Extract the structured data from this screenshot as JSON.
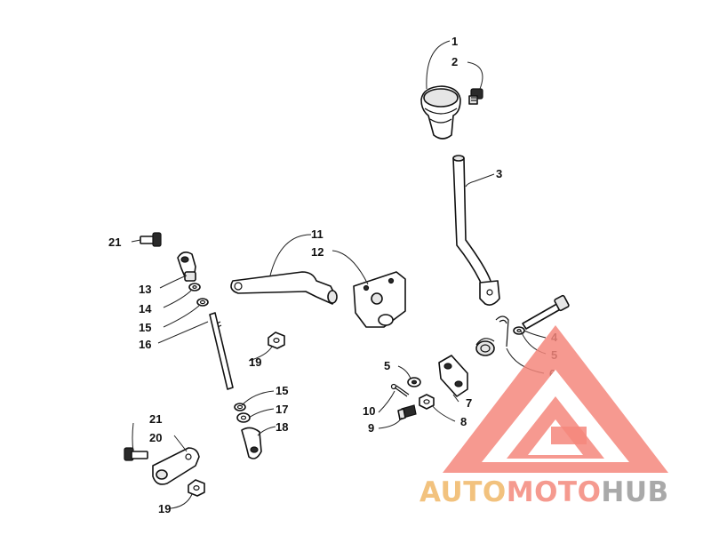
{
  "callouts": {
    "c1": "1",
    "c2": "2",
    "c3": "3",
    "c4": "4",
    "c5a": "5",
    "c5b": "5",
    "c6": "6",
    "c7": "7",
    "c8": "8",
    "c9": "9",
    "c10": "10",
    "c11": "11",
    "c12": "12",
    "c13": "13",
    "c14": "14",
    "c15a": "15",
    "c15b": "15",
    "c16": "16",
    "c17": "17",
    "c18": "18",
    "c19a": "19",
    "c19b": "19",
    "c20": "20",
    "c21a": "21",
    "c21b": "21"
  },
  "watermark": {
    "part1": "AUTO",
    "part2": "MOTO",
    "part3": "HUB",
    "colors": {
      "auto": "#f2c27e",
      "moto": "#f59a8f",
      "hub": "#a9a9a9",
      "triangle": "#f4877d"
    }
  }
}
